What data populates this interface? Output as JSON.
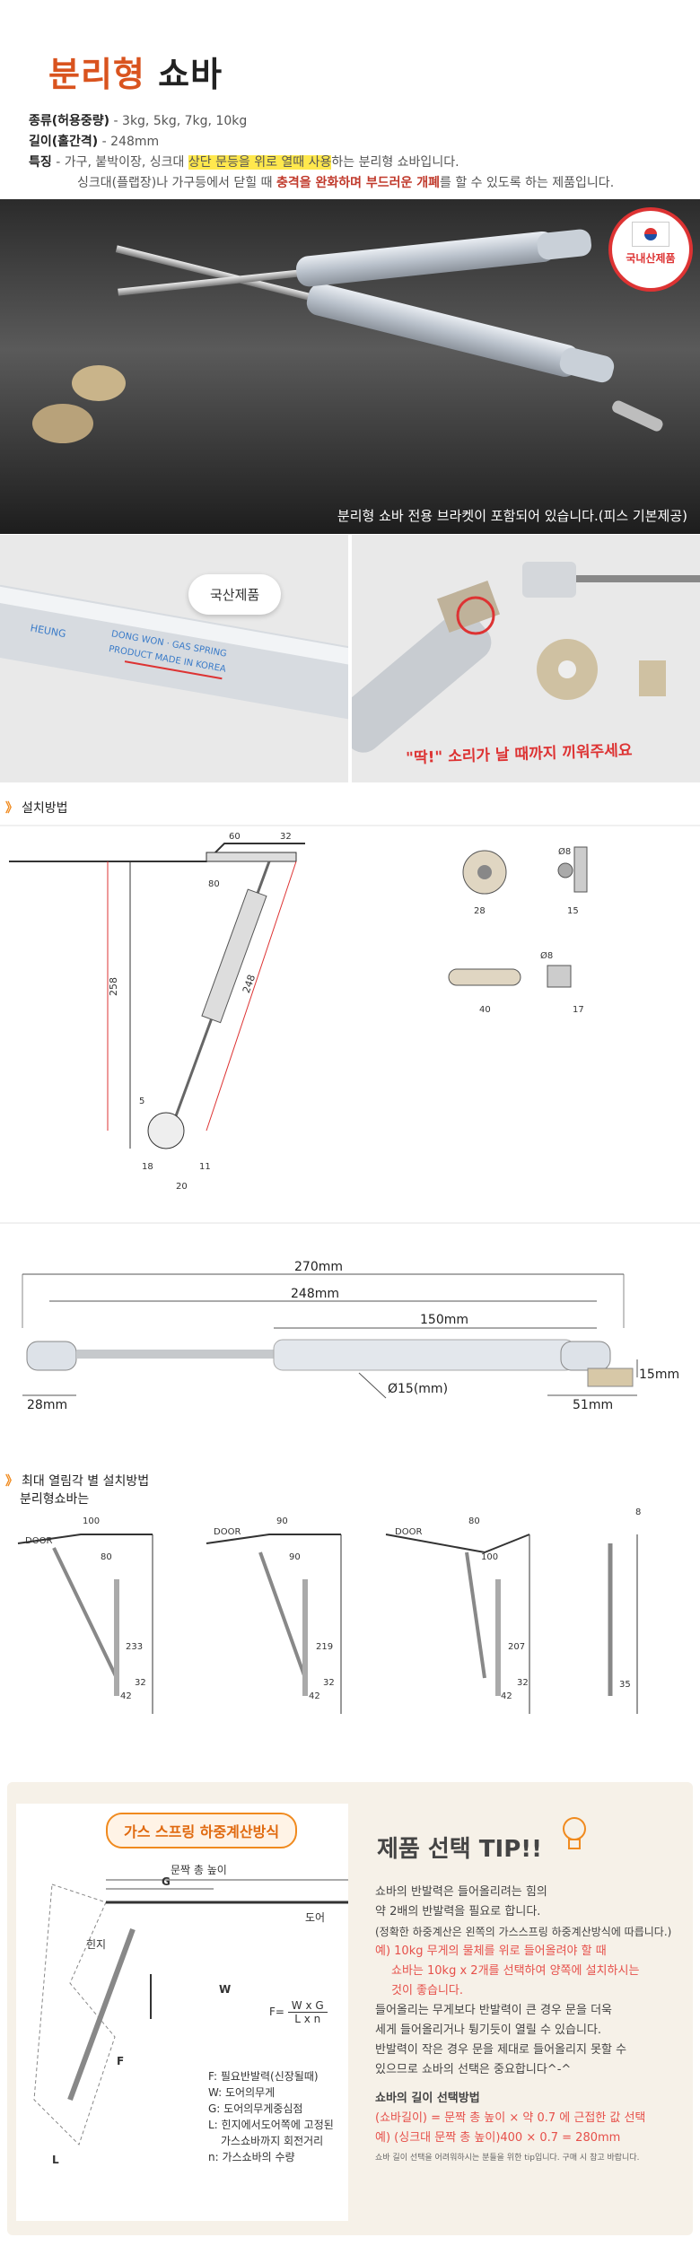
{
  "header": {
    "title_orange": "분리형",
    "title_dark": "쇼바"
  },
  "specs": {
    "type_label": "종류(허용중량)",
    "type_value": " - 3kg, 5kg, 7kg, 10kg",
    "length_label": "길이(홀간격)",
    "length_value": " - 248mm",
    "feature_label": "특징",
    "feature_pre": " - 가구, 붙박이장, 싱크대 ",
    "feature_hl": "상단 문등을 위로 열때 사용",
    "feature_post": "하는 분리형 쇼바입니다.",
    "feature2_pre": "싱크대(플랩장)나 가구등에서 닫힐 때 ",
    "feature2_red1": "충격을 완화하며 부드러운 개폐",
    "feature2_post": "를 할 수 있도록 하는 제품입니다."
  },
  "photo1": {
    "badge_text": "국내산제품",
    "caption": "분리형 쇼바 전용 브라켓이 포함되어 있습니다.(피스 기본제공)"
  },
  "photo2": {
    "bubble": "국산제품",
    "red_note": "\"딱!\" 소리가 날 때까지 끼워주세요"
  },
  "install": {
    "section_title": "설치방법",
    "dims_left": [
      "60",
      "32",
      "80",
      "258",
      "248",
      "5",
      "18",
      "11",
      "20"
    ],
    "dims_right": [
      "Ø8",
      "28",
      "15",
      "Ø8",
      "40",
      "17"
    ]
  },
  "dimension": {
    "d270": "270mm",
    "d248": "248mm",
    "d150": "150mm",
    "d15": "Ø15(mm)",
    "d15b": "15mm",
    "d28": "28mm",
    "d51": "51mm"
  },
  "angle": {
    "section_title": "최대 열림각 별 설치방법",
    "subtitle": "분리형쇼바는",
    "diagrams": [
      {
        "top": "100",
        "side": "80",
        "len": "233",
        "b": "32",
        "c": "42"
      },
      {
        "top": "90",
        "side": "90",
        "len": "219",
        "b": "32",
        "c": "42"
      },
      {
        "top": "80",
        "side": "100",
        "len": "207",
        "b": "32",
        "c": "42"
      },
      {
        "top": "8",
        "side": "",
        "len": "",
        "b": "",
        "c": "35"
      }
    ],
    "door_label": "DOOR"
  },
  "tip": {
    "pill": "가스 스프링 하중계산방식",
    "title": "제품 선택 TIP!!",
    "diagram": {
      "label_top": "문짝 총 높이",
      "G": "G",
      "door": "도어",
      "hinge": "힌지",
      "W": "W",
      "F": "F",
      "L": "L",
      "formula_left": "F=",
      "formula_num": "W x G",
      "formula_den": "L x n"
    },
    "legend": [
      "F: 필요반발력(신장될때)",
      "W: 도어의무게",
      "G: 도어의무게중심점",
      "L: 힌지에서도어쪽에 고정된",
      "가스쇼바까지 회전거리",
      "n: 가스쇼바의 수량"
    ],
    "p1": "쇼바의 반발력은 들어올리려는 힘의",
    "p2": "약 2배의 반발력을 필요로 합니다.",
    "p3": "(정확한 하중계산은 왼쪽의 가스스프링 하중계산방식에 따릅니다.)",
    "p4": "예) 10kg 무게의 물체를 위로 들어올려야 할 때",
    "p5": "쇼바는 10kg x 2개를 선택하여 양쪽에 설치하시는",
    "p6": "것이 좋습니다.",
    "p7": "들어올리는 무게보다 반발력이 큰 경우 문을 더욱",
    "p8": "세게 들어올리거나 튕기듯이 열릴 수 있습니다.",
    "p9": "반발력이 작은 경우 문을 제대로 들어올리지 못할 수",
    "p10": "있으므로 쇼바의 선택은 중요합니다^-^",
    "sub": "쇼바의 길이 선택방법",
    "f1": "(쇼바길이) = 문짝 총 높이 × 약 0.7 에 근접한 값 선택",
    "f2": "예) (싱크대 문짝 총 높이)400 × 0.7 = 280mm",
    "small": "쇼바 길이 선택을 어려워하시는 분들을 위한 tip입니다. 구매 시 참고 바랍니다."
  },
  "colors": {
    "accent": "#d9531e",
    "arrow": "#f08a1e",
    "red": "#c0392b"
  }
}
